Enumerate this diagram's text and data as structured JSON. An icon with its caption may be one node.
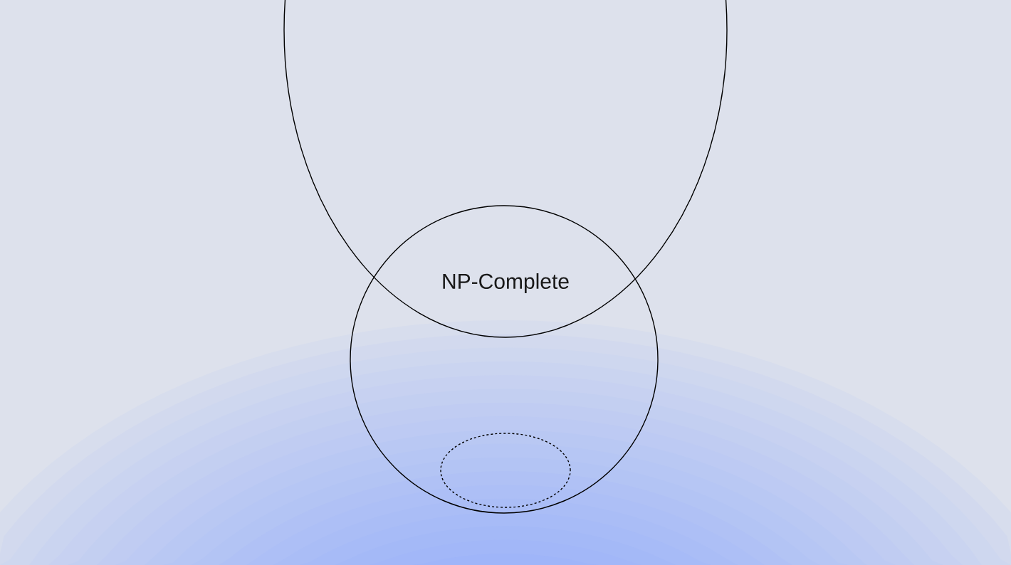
{
  "diagram": {
    "nodes": [
      {
        "text": [],
        "shape": "ellipse"
      },
      {
        "text": [],
        "shape": "circle"
      },
      {
        "text": [],
        "shape": "ellipse",
        "in": 1
      }
    ],
    "labels": [
      "NP-Complete"
    ]
  }
}
